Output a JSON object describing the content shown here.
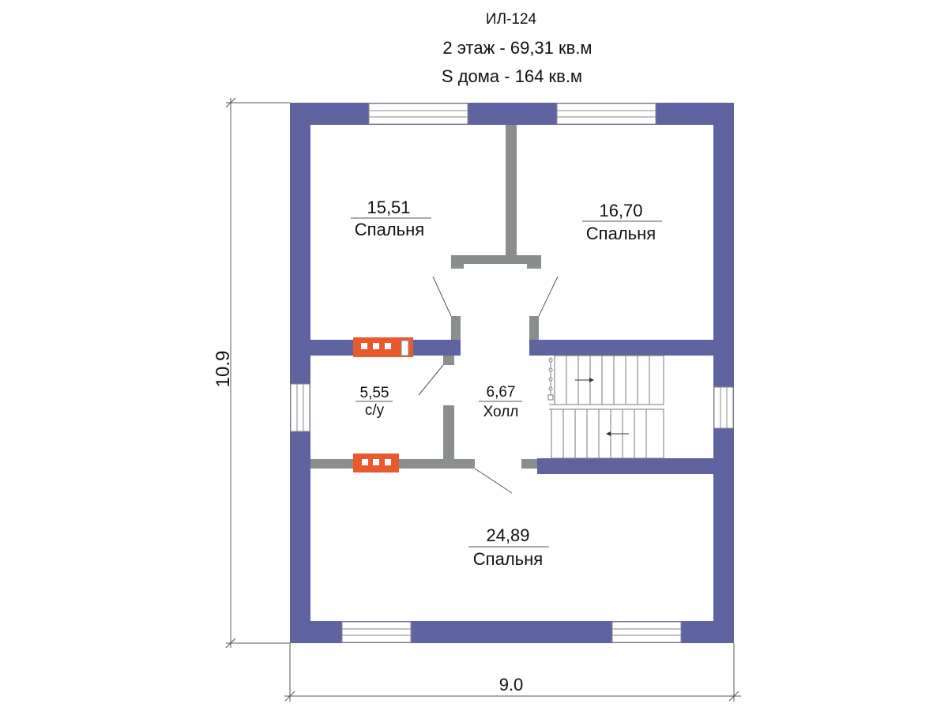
{
  "header": {
    "project_code": "ИЛ-124",
    "floor_area": "2 этаж - 69,31 кв.м",
    "house_area": "S дома - 164 кв.м"
  },
  "dimensions": {
    "width": "9.0",
    "height": "10.9"
  },
  "rooms": {
    "bedroom_top_left": {
      "area": "15,51",
      "name": "Спальня"
    },
    "bedroom_top_right": {
      "area": "16,70",
      "name": "Спальня"
    },
    "bathroom": {
      "area": "5,55",
      "name": "с/у"
    },
    "hall": {
      "area": "6,67",
      "name": "Холл"
    },
    "bedroom_bottom": {
      "area": "24,89",
      "name": "Спальня"
    }
  },
  "colors": {
    "exterior_wall": "#5F64A0",
    "interior_wall": "#8A8E8C",
    "radiator": "#E85A2B",
    "line": "#555555"
  }
}
